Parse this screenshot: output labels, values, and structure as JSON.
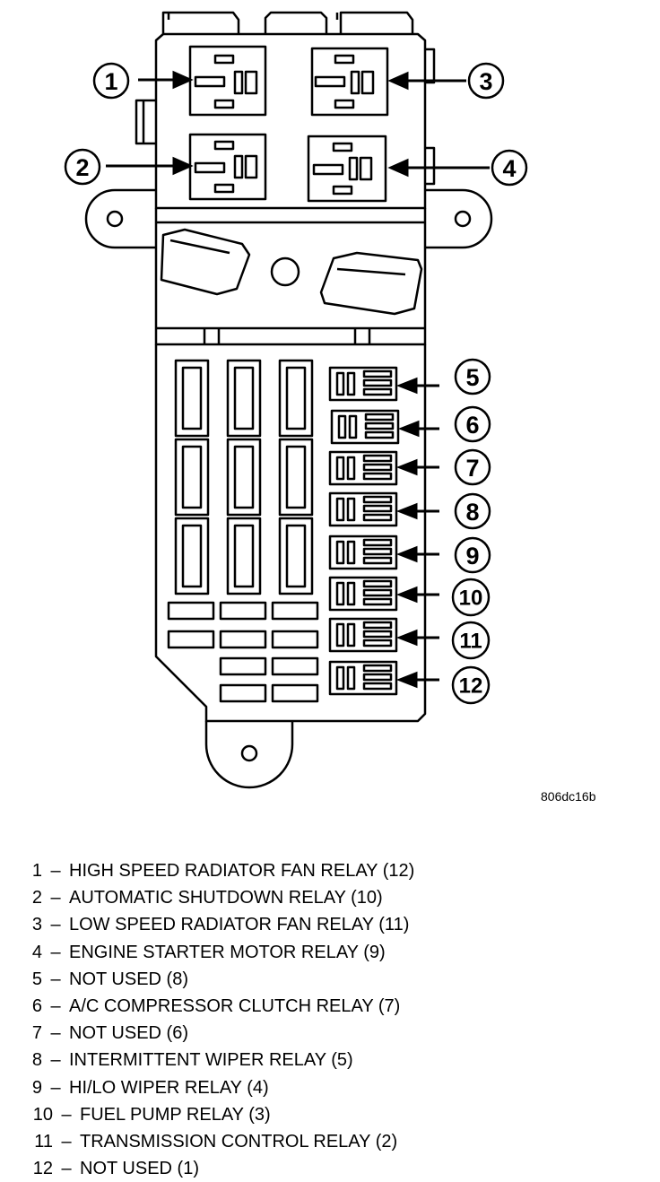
{
  "figure_code": "806dc16b",
  "callouts": [
    "1",
    "2",
    "3",
    "4",
    "5",
    "6",
    "7",
    "8",
    "9",
    "10",
    "11",
    "12"
  ],
  "legend": [
    {
      "num": "1",
      "text": "HIGH SPEED RADIATOR FAN RELAY (12)"
    },
    {
      "num": "2",
      "text": "AUTOMATIC SHUTDOWN RELAY (10)"
    },
    {
      "num": "3",
      "text": "LOW SPEED RADIATOR FAN RELAY (11)"
    },
    {
      "num": "4",
      "text": "ENGINE STARTER MOTOR RELAY (9)"
    },
    {
      "num": "5",
      "text": "NOT USED (8)"
    },
    {
      "num": "6",
      "text": "A/C COMPRESSOR CLUTCH RELAY (7)"
    },
    {
      "num": "7",
      "text": "NOT USED (6)"
    },
    {
      "num": "8",
      "text": "INTERMITTENT WIPER RELAY (5)"
    },
    {
      "num": "9",
      "text": "HI/LO WIPER RELAY (4)"
    },
    {
      "num": "10",
      "text": "FUEL PUMP RELAY (3)"
    },
    {
      "num": "11",
      "text": "TRANSMISSION CONTROL RELAY (2)"
    },
    {
      "num": "12",
      "text": "NOT USED (1)"
    }
  ]
}
